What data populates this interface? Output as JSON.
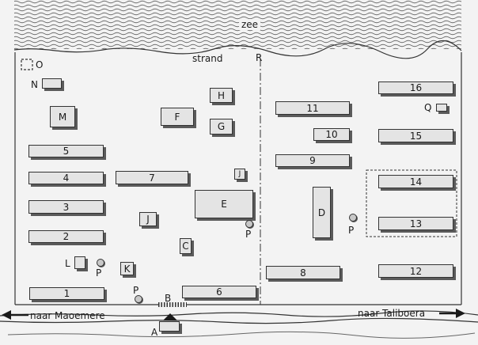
{
  "labels": {
    "sea": "zee",
    "beach": "strand",
    "R": "R",
    "O": "O",
    "N": "N",
    "L": "L",
    "A": "A",
    "B": "B",
    "road_west": "naar Maoemere",
    "road_east": "naar Taliboera"
  },
  "buildings": {
    "b1": "1",
    "b2": "2",
    "b3": "3",
    "b4": "4",
    "b5": "5",
    "b6": "6",
    "b7": "7",
    "b8": "8",
    "b9": "9",
    "b10": "10",
    "b11": "11",
    "b12": "12",
    "b13": "13",
    "b14": "14",
    "b15": "15",
    "b16": "16",
    "M": "M",
    "F": "F",
    "H": "H",
    "G": "G",
    "J1": "J",
    "J2": "J",
    "E": "E",
    "C": "C",
    "K": "K",
    "D": "D",
    "Q": "Q"
  },
  "markers": {
    "p1": "P",
    "p2": "P",
    "p3": "P",
    "p4": "P"
  }
}
